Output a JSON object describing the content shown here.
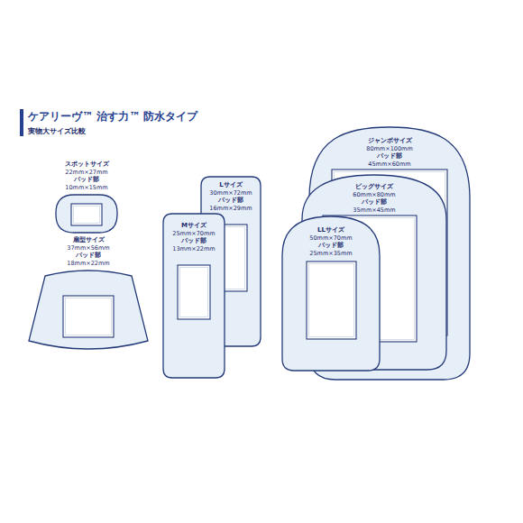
{
  "diagram": {
    "title": "ケアリーヴ™ 治す力™ 防水タイプ",
    "nodes": [
      {
        "text": [
          "スポットサイズ",
          "22mm×27mm",
          "パッド部",
          "10mm×15mm"
        ]
      },
      {
        "text": [
          "扇型サイズ",
          "37mm×56mm",
          "パッド部",
          "18mm×22mm"
        ]
      },
      {
        "text": [
          "Mサイズ",
          "25mm×70mm",
          "パッド部",
          "13mm×22mm"
        ]
      },
      {
        "text": [
          "Lサイズ",
          "30mm×72mm",
          "パッド部",
          "16mm×29mm"
        ]
      },
      {
        "text": [
          "LLサイズ",
          "50mm×70mm",
          "パッド部",
          "25mm×35mm"
        ]
      },
      {
        "text": [
          "ビッグサイズ",
          "60mm×80mm",
          "パッド部",
          "35mm×45mm"
        ]
      },
      {
        "text": [
          "ジャンボサイズ",
          "80mm×100mm",
          "パッド部",
          "45mm×60mm"
        ]
      }
    ],
    "labels": [
      "実物大サイズ比較"
    ]
  }
}
